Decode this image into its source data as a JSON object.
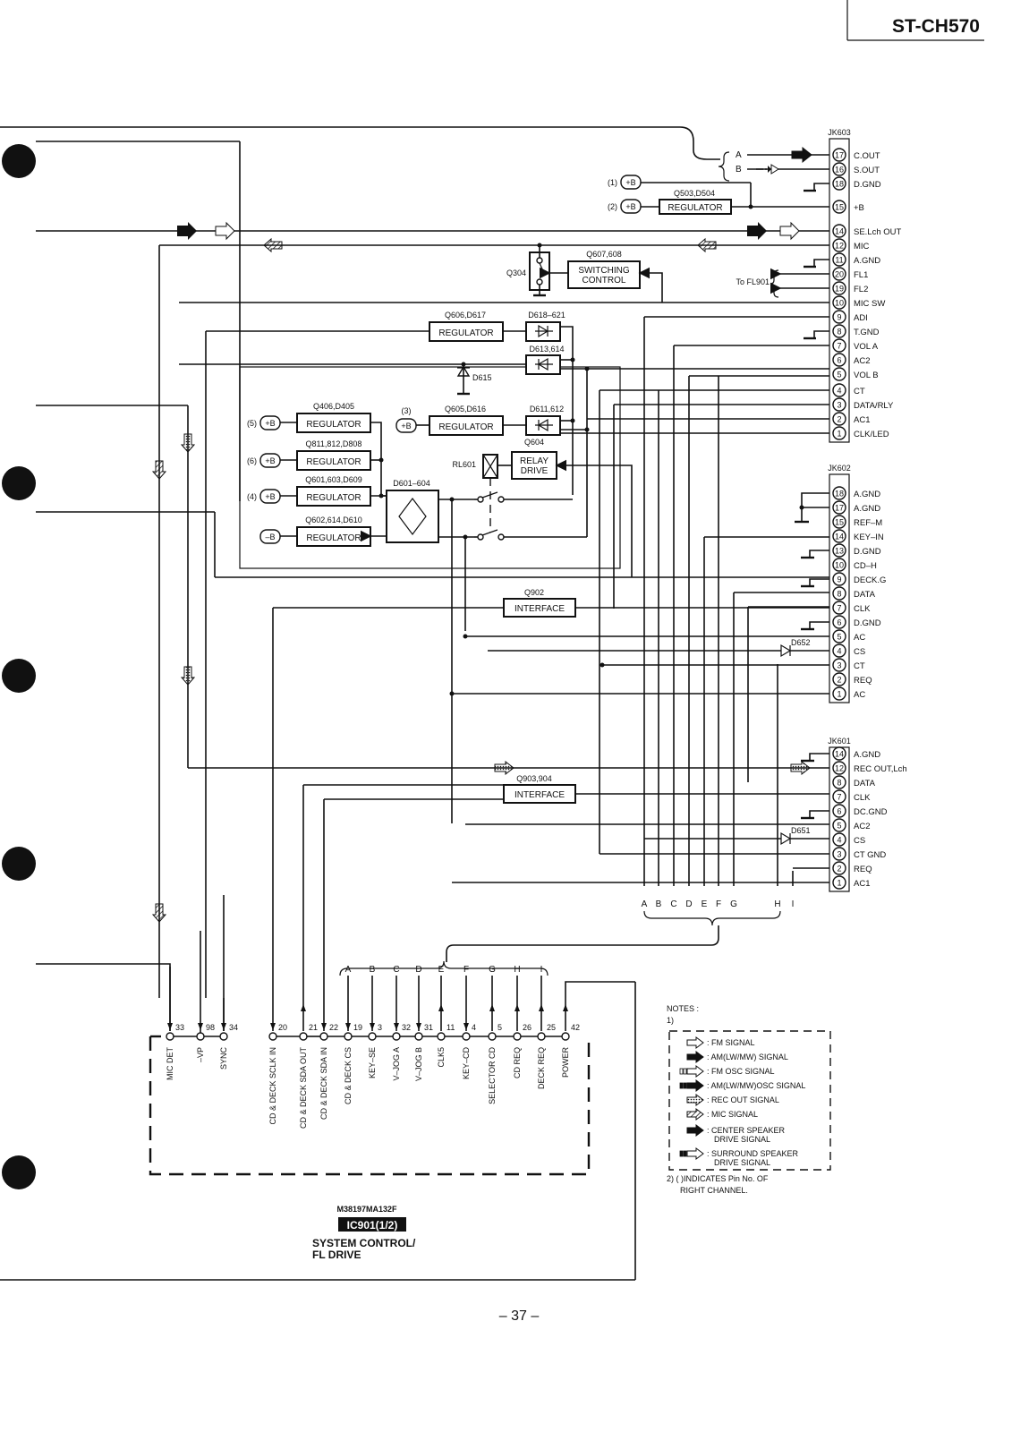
{
  "header": {
    "model": "ST-CH570"
  },
  "page_number": "– 37 –",
  "connectors": [
    {
      "id": "JK603",
      "pins": [
        {
          "num": "17",
          "label": "C.OUT"
        },
        {
          "num": "16",
          "label": "S.OUT"
        },
        {
          "num": "18",
          "label": "D.GND"
        },
        {
          "num": "15",
          "label": "+B"
        },
        {
          "num": "14",
          "label": "SE.Lch OUT"
        },
        {
          "num": "12",
          "label": "MIC"
        },
        {
          "num": "11",
          "label": "A.GND"
        },
        {
          "num": "20",
          "label": "FL1"
        },
        {
          "num": "19",
          "label": "FL2"
        },
        {
          "num": "10",
          "label": "MIC SW"
        },
        {
          "num": "9",
          "label": "ADI"
        },
        {
          "num": "8",
          "label": "T.GND"
        },
        {
          "num": "7",
          "label": "VOL A"
        },
        {
          "num": "6",
          "label": "AC2"
        },
        {
          "num": "5",
          "label": "VOL B"
        },
        {
          "num": "4",
          "label": "CT"
        },
        {
          "num": "3",
          "label": "DATA/RLY"
        },
        {
          "num": "2",
          "label": "AC1"
        },
        {
          "num": "1",
          "label": "CLK/LED"
        }
      ]
    },
    {
      "id": "JK602",
      "pins": [
        {
          "num": "18",
          "label": "A.GND"
        },
        {
          "num": "17",
          "label": "A.GND"
        },
        {
          "num": "15",
          "label": "REF–M"
        },
        {
          "num": "14",
          "label": "KEY–IN"
        },
        {
          "num": "13",
          "label": "D.GND"
        },
        {
          "num": "10",
          "label": "CD–H"
        },
        {
          "num": "9",
          "label": "DECK.G"
        },
        {
          "num": "8",
          "label": "DATA"
        },
        {
          "num": "7",
          "label": "CLK"
        },
        {
          "num": "6",
          "label": "D.GND"
        },
        {
          "num": "5",
          "label": "AC"
        },
        {
          "num": "4",
          "label": "CS"
        },
        {
          "num": "3",
          "label": "CT"
        },
        {
          "num": "2",
          "label": "REQ"
        },
        {
          "num": "1",
          "label": "AC"
        }
      ]
    },
    {
      "id": "JK601",
      "pins": [
        {
          "num": "14",
          "label": "A.GND"
        },
        {
          "num": "12",
          "label": "REC OUT,Lch"
        },
        {
          "num": "8",
          "label": "DATA"
        },
        {
          "num": "7",
          "label": "CLK"
        },
        {
          "num": "6",
          "label": "DC.GND"
        },
        {
          "num": "5",
          "label": "AC2"
        },
        {
          "num": "4",
          "label": "CS"
        },
        {
          "num": "3",
          "label": "CT GND"
        },
        {
          "num": "2",
          "label": "REQ"
        },
        {
          "num": "1",
          "label": "AC1"
        }
      ]
    }
  ],
  "blocks": {
    "reg_q503": {
      "ref": "Q503,D504",
      "label": "REGULATOR"
    },
    "sw_ctrl": {
      "ref": "Q607,608",
      "label1": "SWITCHING",
      "label2": "CONTROL"
    },
    "q304": "Q304",
    "reg_q606": {
      "ref": "Q606,D617",
      "label": "REGULATOR"
    },
    "d618": "D618–621",
    "d613": "D613,614",
    "d615": "D615",
    "reg_q406": {
      "ref": "Q406,D405",
      "label": "REGULATOR"
    },
    "reg_q605": {
      "ref": "Q605,D616",
      "label": "REGULATOR"
    },
    "d611": "D611,612",
    "reg_q811": {
      "ref": "Q811,812,D808",
      "label": "REGULATOR"
    },
    "relay_drive": {
      "ref": "Q604",
      "label1": "RELAY",
      "label2": "DRIVE"
    },
    "rl601": "RL601",
    "reg_q601": {
      "ref": "Q601,603,D609",
      "label": "REGULATOR"
    },
    "d601": "D601–604",
    "reg_q602": {
      "ref": "Q602,614,D610",
      "label": "REGULATOR"
    },
    "if_q902": {
      "ref": "Q902",
      "label": "INTERFACE"
    },
    "if_q903": {
      "ref": "Q903,904",
      "label": "INTERFACE"
    },
    "d652": "D652",
    "d651": "D651"
  },
  "supply_outputs": [
    {
      "idx": "(1)",
      "label": "+B"
    },
    {
      "idx": "(2)",
      "label": "+B"
    },
    {
      "idx": "(3)",
      "label": "+B"
    },
    {
      "idx": "(5)",
      "label": "+B"
    },
    {
      "idx": "(6)",
      "label": "+B"
    },
    {
      "idx": "(4)",
      "label": "+B"
    },
    {
      "idx": "",
      "label": "–B"
    }
  ],
  "bus_ab": {
    "a": "A",
    "b": "B"
  },
  "to_fl901": "To FL901",
  "bus_letters": [
    "A",
    "B",
    "C",
    "D",
    "E",
    "F",
    "G",
    "H",
    "I"
  ],
  "ic": {
    "part": "M38197MA132F",
    "ref": "IC901(1/2)",
    "title1": "SYSTEM CONTROL/",
    "title2": "FL DRIVE",
    "pins": [
      {
        "num": "33",
        "name": "MIC DET",
        "letter": ""
      },
      {
        "num": "98",
        "name": "–VP",
        "letter": ""
      },
      {
        "num": "34",
        "name": "SYNC",
        "letter": ""
      },
      {
        "num": "20",
        "name": "CD & DECK SCLK IN",
        "letter": ""
      },
      {
        "num": "21",
        "name": "CD & DECK SDA OUT",
        "letter": ""
      },
      {
        "num": "22",
        "name": "CD & DECK SDA IN",
        "letter": ""
      },
      {
        "num": "19",
        "name": "CD & DECK CS",
        "letter": "A"
      },
      {
        "num": "3",
        "name": "KEY–SE",
        "letter": "B"
      },
      {
        "num": "32",
        "name": "V–JOG A",
        "letter": "C"
      },
      {
        "num": "31",
        "name": "V–JOG B",
        "letter": "D"
      },
      {
        "num": "11",
        "name": "CLK5",
        "letter": "E"
      },
      {
        "num": "4",
        "name": "KEY–CD",
        "letter": "F"
      },
      {
        "num": "5",
        "name": "SELECTOR CD",
        "letter": "G"
      },
      {
        "num": "26",
        "name": "CD REQ",
        "letter": "H"
      },
      {
        "num": "25",
        "name": "DECK REQ",
        "letter": "I"
      },
      {
        "num": "42",
        "name": "POWER",
        "letter": ""
      }
    ]
  },
  "notes": {
    "title": "NOTES :",
    "n1": "1)",
    "legend": [
      {
        "icon": "fm-arrow",
        "label": ": FM SIGNAL"
      },
      {
        "icon": "am-arrow",
        "label": ": AM(LW/MW) SIGNAL"
      },
      {
        "icon": "fm-osc-arrow",
        "label": ": FM OSC SIGNAL"
      },
      {
        "icon": "am-osc-arrow",
        "label": ": AM(LW/MW)OSC SIGNAL"
      },
      {
        "icon": "rec-out-arrow",
        "label": ": REC OUT SIGNAL"
      },
      {
        "icon": "mic-arrow",
        "label": ": MIC SIGNAL"
      },
      {
        "icon": "center-speaker-arrow",
        "label": ": CENTER SPEAKER",
        "label2": "DRIVE SIGNAL"
      },
      {
        "icon": "surround-speaker-arrow",
        "label": ": SURROUND SPEAKER",
        "label2": "DRIVE SIGNAL"
      }
    ],
    "n2a": "2) (    )INDICATES Pin No. OF",
    "n2b": "RIGHT CHANNEL."
  }
}
